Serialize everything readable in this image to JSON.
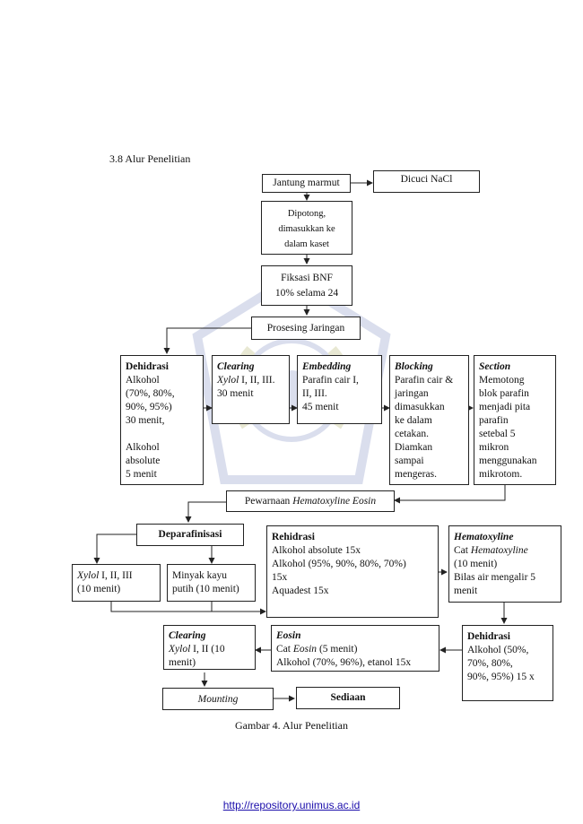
{
  "section_heading": "3.8 Alur Penelitian",
  "nodes": {
    "jantung": "Jantung marmut",
    "dicuci": "Dicuci NaCl",
    "dipotong": [
      "Dipotong,",
      "dimasukkan ke",
      "dalam kaset"
    ],
    "fiksasi": [
      "Fiksasi BNF",
      "10% selama 24"
    ],
    "prosesing": "Prosesing Jaringan",
    "dehidrasi1": {
      "title": "Dehidrasi",
      "lines": [
        "Alkohol",
        "(70%, 80%,",
        "90%, 95%)",
        "30 menit,",
        "",
        "Alkohol",
        "absolute",
        "5 menit"
      ]
    },
    "clearing1": {
      "title": "Clearing",
      "italic_word": "Xylol",
      "lines": [
        " I, II, III.",
        "30 menit"
      ]
    },
    "embedding": {
      "title": "Embedding",
      "lines": [
        "Parafin cair I,",
        "II, III.",
        " 45 menit"
      ]
    },
    "blocking": {
      "title": "Blocking",
      "lines": [
        "Parafin cair &",
        "jaringan",
        "dimasukkan",
        "ke dalam",
        "cetakan.",
        "Diamkan",
        "sampai",
        "mengeras."
      ]
    },
    "section": {
      "title": "Section",
      "lines": [
        "Memotong",
        "blok parafin",
        "menjadi pita",
        "parafin",
        "setebal 5",
        "mikron",
        "menggunakan",
        "mikrotom."
      ]
    },
    "pewarnaan": {
      "prefix": "Pewarnaan ",
      "italic": "Hematoxyline Eosin"
    },
    "deparafinisasi": "Deparafinisasi",
    "xylol_box": {
      "italic": "Xylol",
      "rest": " I, II, III",
      "line2": "(10 menit)"
    },
    "minyak": [
      "Minyak kayu",
      "putih (10 menit)"
    ],
    "rehidrasi": {
      "title": "Rehidrasi",
      "lines": [
        "Alkohol absolute 15x",
        "Alkohol (95%, 90%, 80%, 70%)",
        "15x",
        "Aquadest 15x"
      ]
    },
    "hematoxyline": {
      "title": "Hematoxyline",
      "cat_prefix": "Cat ",
      "cat_italic": "Hematoxyline",
      "lines": [
        "(10 menit)",
        "Bilas air mengalir 5",
        "menit"
      ]
    },
    "clearing2": {
      "title": "Clearing",
      "italic": "Xylol",
      "rest": " I, II (10",
      "line2": "menit)"
    },
    "eosin": {
      "title": "Eosin",
      "cat_prefix": "Cat ",
      "cat_italic": "Eosin",
      "cat_suffix": " (5 menit)",
      "line2": "Alkohol (70%, 96%), etanol 15x"
    },
    "dehidrasi2": {
      "title": "Dehidrasi",
      "lines": [
        "Alkohol (50%,",
        "70%, 80%,",
        "90%, 95%) 15 x"
      ]
    },
    "mounting": "Mounting",
    "sediaan": "Sediaan"
  },
  "caption": "Gambar 4. Alur Penelitian",
  "footer_link": "http://repository.unimus.ac.id",
  "colors": {
    "line": "#222222",
    "link": "#1a0dab",
    "watermark": "#5a6fb0"
  }
}
